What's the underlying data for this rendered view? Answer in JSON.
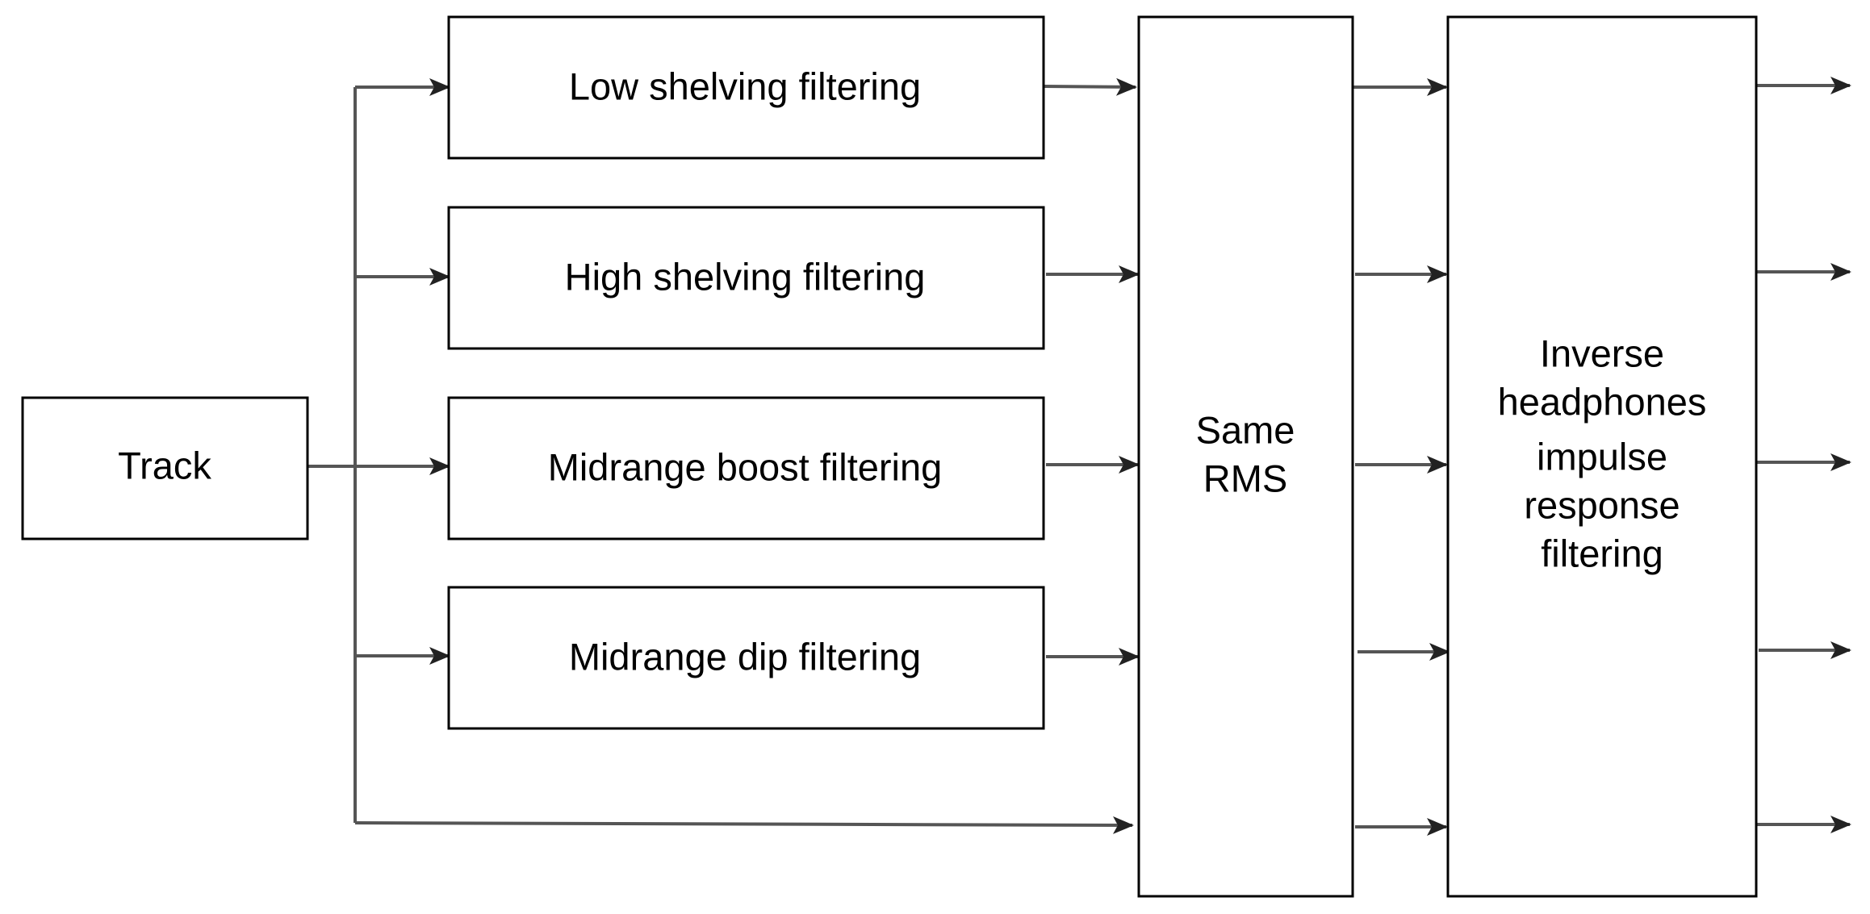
{
  "diagram": {
    "nodes": {
      "track": {
        "label": "Track"
      },
      "low_shelving": {
        "label": "Low shelving filtering"
      },
      "high_shelving": {
        "label": "High shelving filtering"
      },
      "midrange_boost": {
        "label": "Midrange boost filtering"
      },
      "midrange_dip": {
        "label": "Midrange dip filtering"
      },
      "same_rms": {
        "label_lines": [
          "Same",
          "RMS"
        ]
      },
      "inverse_headphones": {
        "label_lines": [
          "Inverse",
          "headphones",
          "impulse",
          "response",
          "filtering"
        ]
      }
    },
    "edges": [
      {
        "from": "track",
        "to": "low_shelving"
      },
      {
        "from": "track",
        "to": "high_shelving"
      },
      {
        "from": "track",
        "to": "midrange_boost"
      },
      {
        "from": "track",
        "to": "midrange_dip"
      },
      {
        "from": "track",
        "to": "same_rms"
      },
      {
        "from": "low_shelving",
        "to": "same_rms"
      },
      {
        "from": "high_shelving",
        "to": "same_rms"
      },
      {
        "from": "midrange_boost",
        "to": "same_rms"
      },
      {
        "from": "midrange_dip",
        "to": "same_rms"
      },
      {
        "from": "same_rms",
        "to": "inverse_headphones",
        "count": 5
      },
      {
        "from": "inverse_headphones",
        "to": "output",
        "count": 5
      }
    ],
    "colors": {
      "box_stroke": "#000000",
      "wire": "#555555",
      "arrowhead": "#222222",
      "background": "#ffffff"
    }
  }
}
